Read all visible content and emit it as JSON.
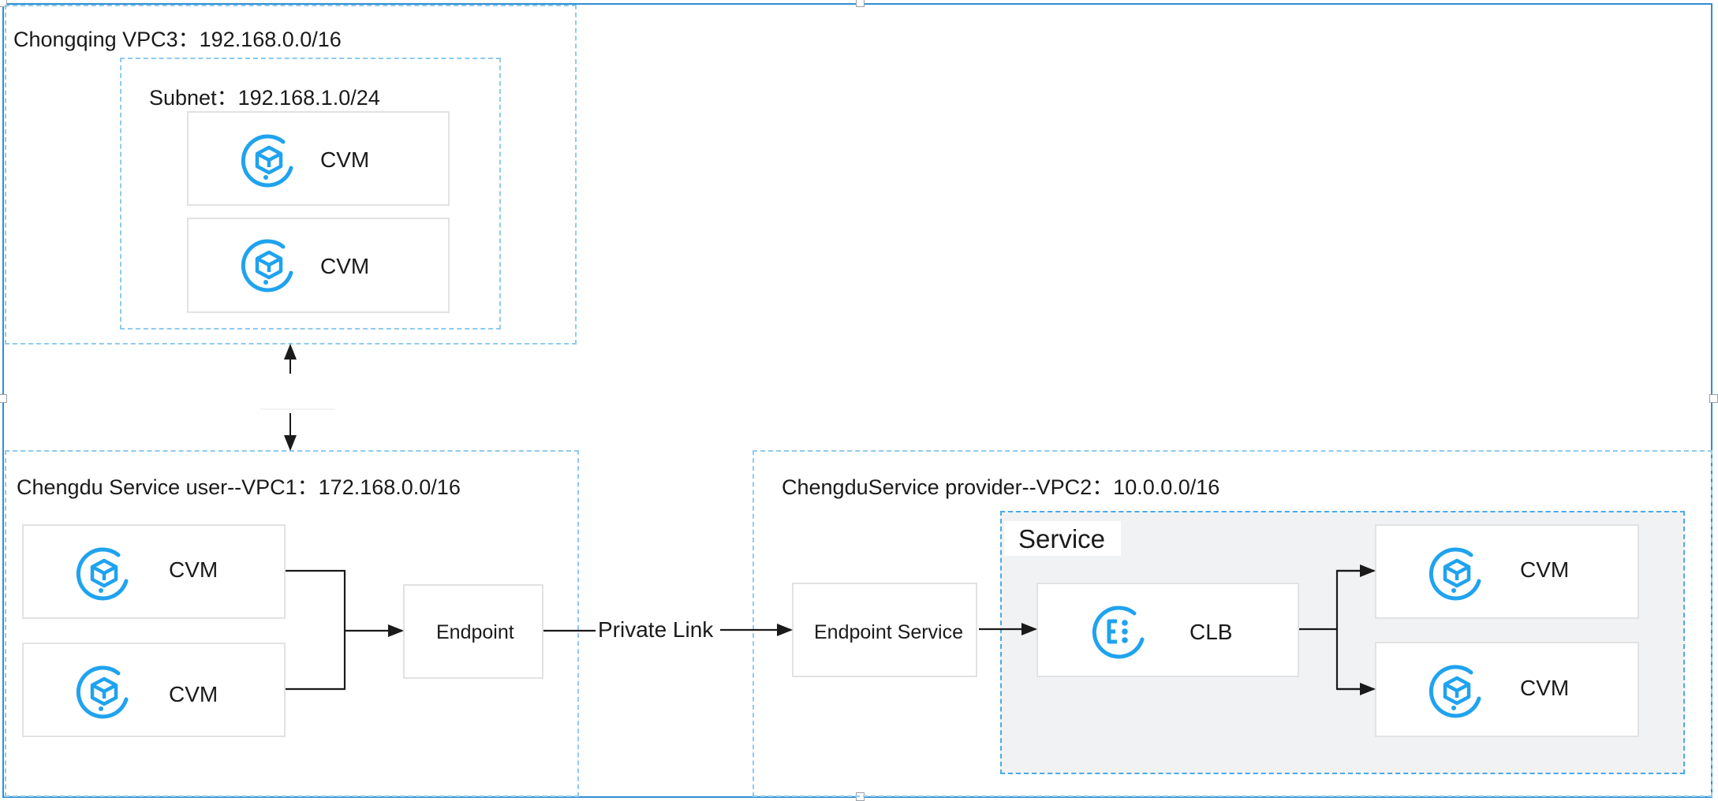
{
  "regions": {
    "chongqing": {
      "label": "Chongqing VPC3：192.168.0.0/16"
    },
    "subnet": {
      "label": "Subnet：192.168.1.0/24"
    },
    "chengdu_user": {
      "label": "Chengdu Service user--VPC1：172.168.0.0/16"
    },
    "chengdu_provider": {
      "label": "ChengduService provider--VPC2：10.0.0.0/16"
    },
    "service": {
      "label": "Service"
    }
  },
  "nodes": {
    "cq_cvm_1": {
      "label": "CVM",
      "icon": "cvm-icon"
    },
    "cq_cvm_2": {
      "label": "CVM",
      "icon": "cvm-icon"
    },
    "user_cvm_1": {
      "label": "CVM",
      "icon": "cvm-icon"
    },
    "user_cvm_2": {
      "label": "CVM",
      "icon": "cvm-icon"
    },
    "endpoint": {
      "label": "Endpoint"
    },
    "endpoint_service": {
      "label": "Endpoint Service"
    },
    "clb": {
      "label": "CLB",
      "icon": "clb-icon"
    },
    "provider_cvm_1": {
      "label": "CVM",
      "icon": "cvm-icon"
    },
    "provider_cvm_2": {
      "label": "CVM",
      "icon": "cvm-icon"
    }
  },
  "edges": {
    "private_link": {
      "label": "Private Link"
    }
  },
  "colors": {
    "icon_blue": "#1fa3ef",
    "frame_blue": "#2f8ed3",
    "dashed_border": "#8fcbf0",
    "service_bg": "#f1f2f4",
    "arrow": "#1a1a1a"
  }
}
